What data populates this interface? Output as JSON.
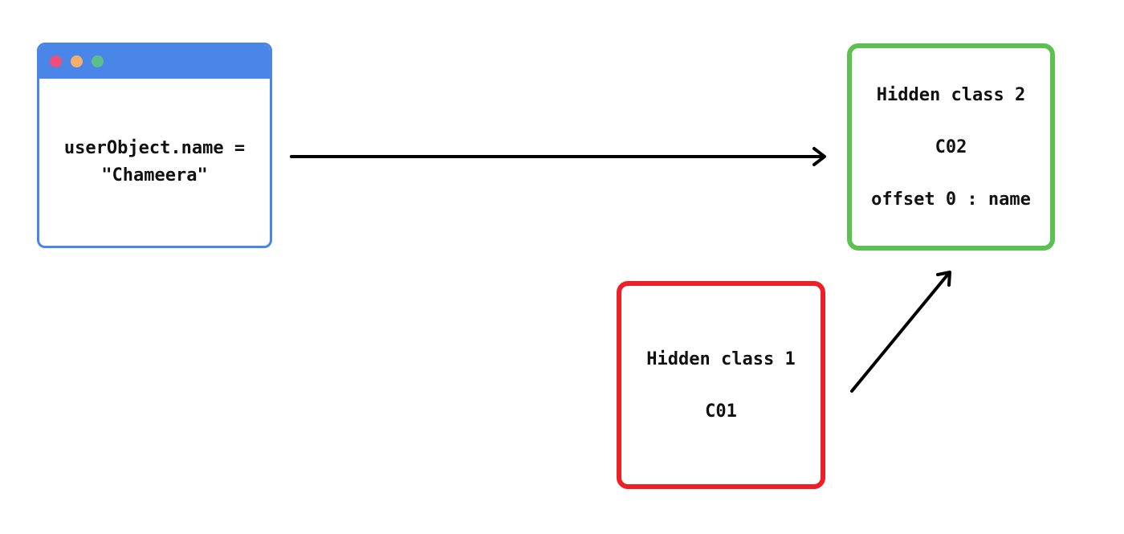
{
  "code_window": {
    "line1": "userObject.name =",
    "line2": "\"Chameera\"",
    "border_color": "#4a86e8",
    "dots": [
      "#ef4e7b",
      "#f4b06b",
      "#5bbf8a"
    ]
  },
  "hidden_class_2": {
    "title": "Hidden class 2",
    "id": "C02",
    "offset": "offset 0 : name",
    "border_color": "#5cc150"
  },
  "hidden_class_1": {
    "title": "Hidden class 1",
    "id": "C01",
    "border_color": "#ee2026"
  }
}
